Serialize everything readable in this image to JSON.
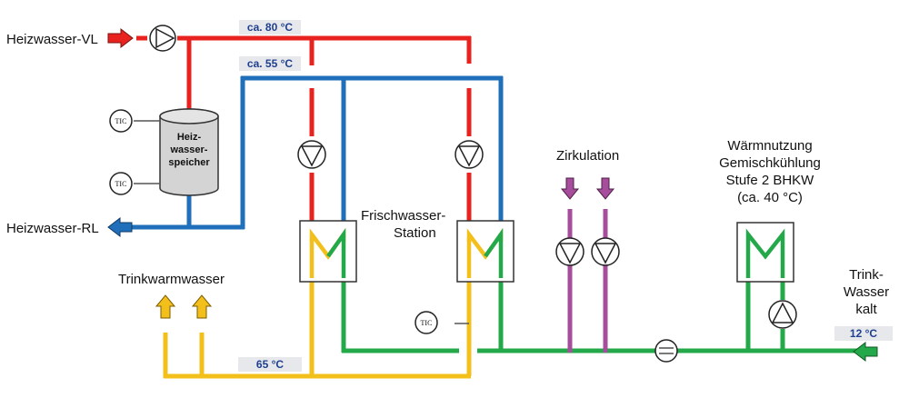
{
  "labels": {
    "heizwasser_vl": "Heizwasser-VL",
    "heizwasser_rl": "Heizwasser-RL",
    "trinkwarmwasser": "Trinkwarmwasser",
    "frischwasser_line1": "Frischwasser-",
    "frischwasser_line2": "Station",
    "zirkulation": "Zirkulation",
    "waermenutzung_line1": "Wärmnutzung",
    "waermenutzung_line2": "Gemischkühlung",
    "waermenutzung_line3": "Stufe 2 BHKW",
    "waermenutzung_line4": "(ca. 40 °C)",
    "trinkwasser_line1": "Trink-",
    "trinkwasser_line2": "Wasser",
    "trinkwasser_line3": "kalt"
  },
  "temps": {
    "vl": "ca. 80 °C",
    "rl": "ca. 55 °C",
    "warm": "65 °C",
    "cold": "12 °C"
  },
  "storage": {
    "line1": "Heiz-",
    "line2": "wasser-",
    "line3": "speicher"
  },
  "sensor": "TIC",
  "colors": {
    "red": "#e8231f",
    "blue": "#1f6fba",
    "yellow": "#f3c01b",
    "green": "#23a84a",
    "purple": "#a64d9b",
    "tag_bg": "#e6e8ec",
    "tag_text": "#1f3f8f"
  }
}
